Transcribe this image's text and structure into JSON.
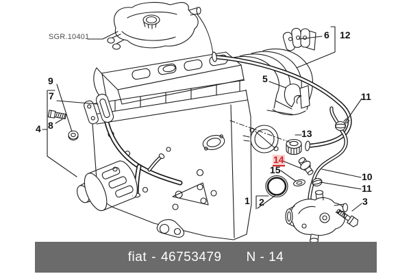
{
  "colors": {
    "line": "#1a1a1a",
    "highlight": "#cc2222",
    "footer_bg": "#6b6b6b",
    "footer_text": "#ffffff",
    "reference_text": "#4d4d4d"
  },
  "diagram": {
    "reference_label": "SGR.10401",
    "highlighted_callout": "14",
    "callouts": {
      "n1": "1",
      "n2": "2",
      "n3": "3",
      "n4": "4",
      "n5": "5",
      "n6": "6",
      "n7": "7",
      "n8": "8",
      "n9": "9",
      "n10": "10",
      "n11a": "11",
      "n11b": "11",
      "n12": "12",
      "n13": "13",
      "n14": "14",
      "n15": "15"
    }
  },
  "footer": {
    "brand": "fiat",
    "separator": "-",
    "part_number": "46753479",
    "page_ref": "N - 14"
  }
}
